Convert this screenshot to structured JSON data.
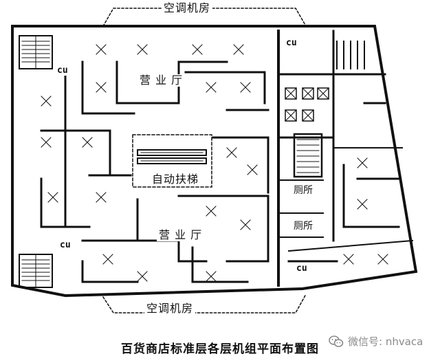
{
  "labels": {
    "ac_room_top": "空调机房",
    "ac_room_bottom": "空调机房",
    "sales_hall_top": "营 业 厅",
    "sales_hall_bottom": "营 业 厅",
    "escalator": "自动扶梯",
    "toilet_1": "厕所",
    "toilet_2": "厕所"
  },
  "units": {
    "cu_1": "cu",
    "cu_2": "cu",
    "cu_3": "cu",
    "cu_4": "cu"
  },
  "caption": "百货商店标准层各层机组平面布置图",
  "watermark": {
    "text": "微信号: nhvaca",
    "icon": "wechat-icon"
  },
  "colors": {
    "ink": "#111111",
    "watermark": "#8a8a8a"
  }
}
